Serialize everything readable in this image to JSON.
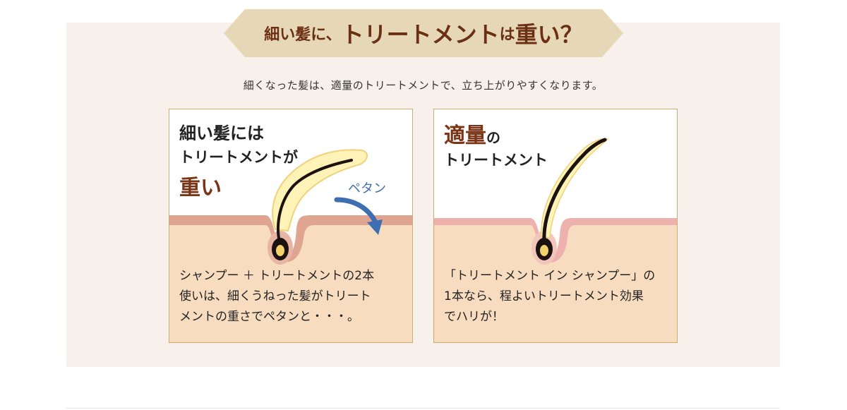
{
  "banner": {
    "title_part1": "細い髪に、",
    "title_part2": "トリートメント",
    "title_part3": "は",
    "title_part4": "重い？"
  },
  "subtitle": "細くなった髪は、適量のトリートメントで、立ち上がりやすくなります。",
  "left_panel": {
    "heading_line1": "細い髪には",
    "heading_line2": "トリートメントが",
    "heading_emph": "重い",
    "arrow_label": "ペタン",
    "body_lines": [
      "シャンプー ＋ トリートメントの2本",
      "使いは、細くうねった髪がトリート",
      "メントの重さでペタンと・・・。"
    ]
  },
  "right_panel": {
    "heading_emph": "適量",
    "heading_suffix": "の",
    "heading_line2": "トリートメント",
    "body_lines": [
      "「トリートメント イン シャンプー」の",
      "1本なら、程よいトリートメント効果",
      "でハリが！"
    ]
  },
  "colors": {
    "section_background": "#f8f0ea",
    "banner_fill": "#e6d8b6",
    "title_brown": "#6b2f14",
    "panel_border": "#c7ad6f",
    "arrow_blue": "#3e6fb0"
  }
}
